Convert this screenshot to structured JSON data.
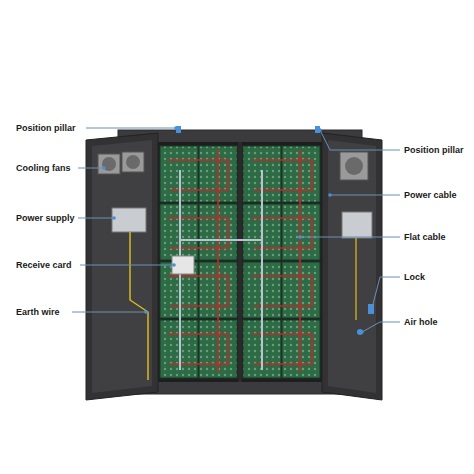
{
  "diagram": {
    "labels": [
      "Position pillar",
      "Cooling fans",
      "Power supply",
      "Receive card",
      "Earth wire",
      "Position pillar",
      "Power cable",
      "Flat cable",
      "Lock",
      "Air hole"
    ]
  }
}
